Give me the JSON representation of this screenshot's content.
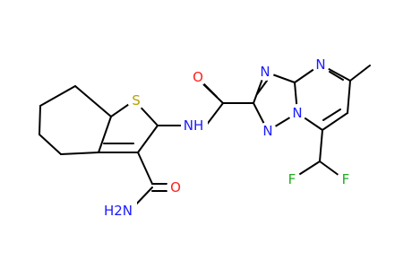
{
  "molecule": {
    "atom_labels": {
      "S": "S",
      "NH": "NH",
      "O_amide": "O",
      "H2N": "H2N",
      "O_carboxamide": "O",
      "N_top": "N",
      "N_ring": "N",
      "N_left_ring": "N",
      "N_bridge": "N",
      "F1": "F",
      "F2": "F"
    },
    "colors": {
      "S": "#b8a000",
      "N": "#1a1aff",
      "O": "#ff2020",
      "F": "#22aa22",
      "bond": "#000000"
    }
  }
}
